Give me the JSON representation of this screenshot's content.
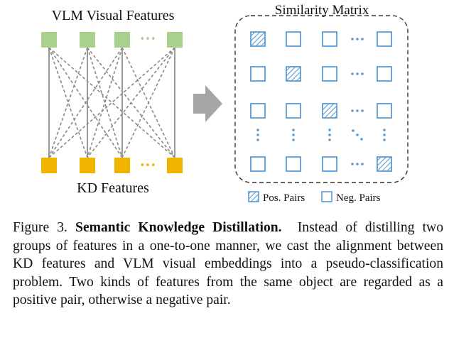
{
  "figure": {
    "vlm_label": "VLM Visual Features",
    "kd_label": "KD Features",
    "matrix_title": "Similarity Matrix",
    "ellipsis": "•••",
    "legend": {
      "pos_label": "Pos. Pairs",
      "neg_label": "Neg. Pairs"
    },
    "colors": {
      "vlm_node": "#a9d18e",
      "kd_node": "#f0b400",
      "matrix_cell": "#5b9bd5",
      "arrow": "#a6a6a6",
      "solid_line": "#999999",
      "dashed_line": "#888888"
    }
  },
  "caption": {
    "prefix": "Figure 3.",
    "title": "Semantic Knowledge Distillation.",
    "body": "Instead of distilling two groups of features in a one-to-one manner, we cast the alignment between KD features and VLM visual embeddings into a pseudo-classification problem. Two kinds of features from the same object are regarded as a positive pair, otherwise a negative pair."
  }
}
